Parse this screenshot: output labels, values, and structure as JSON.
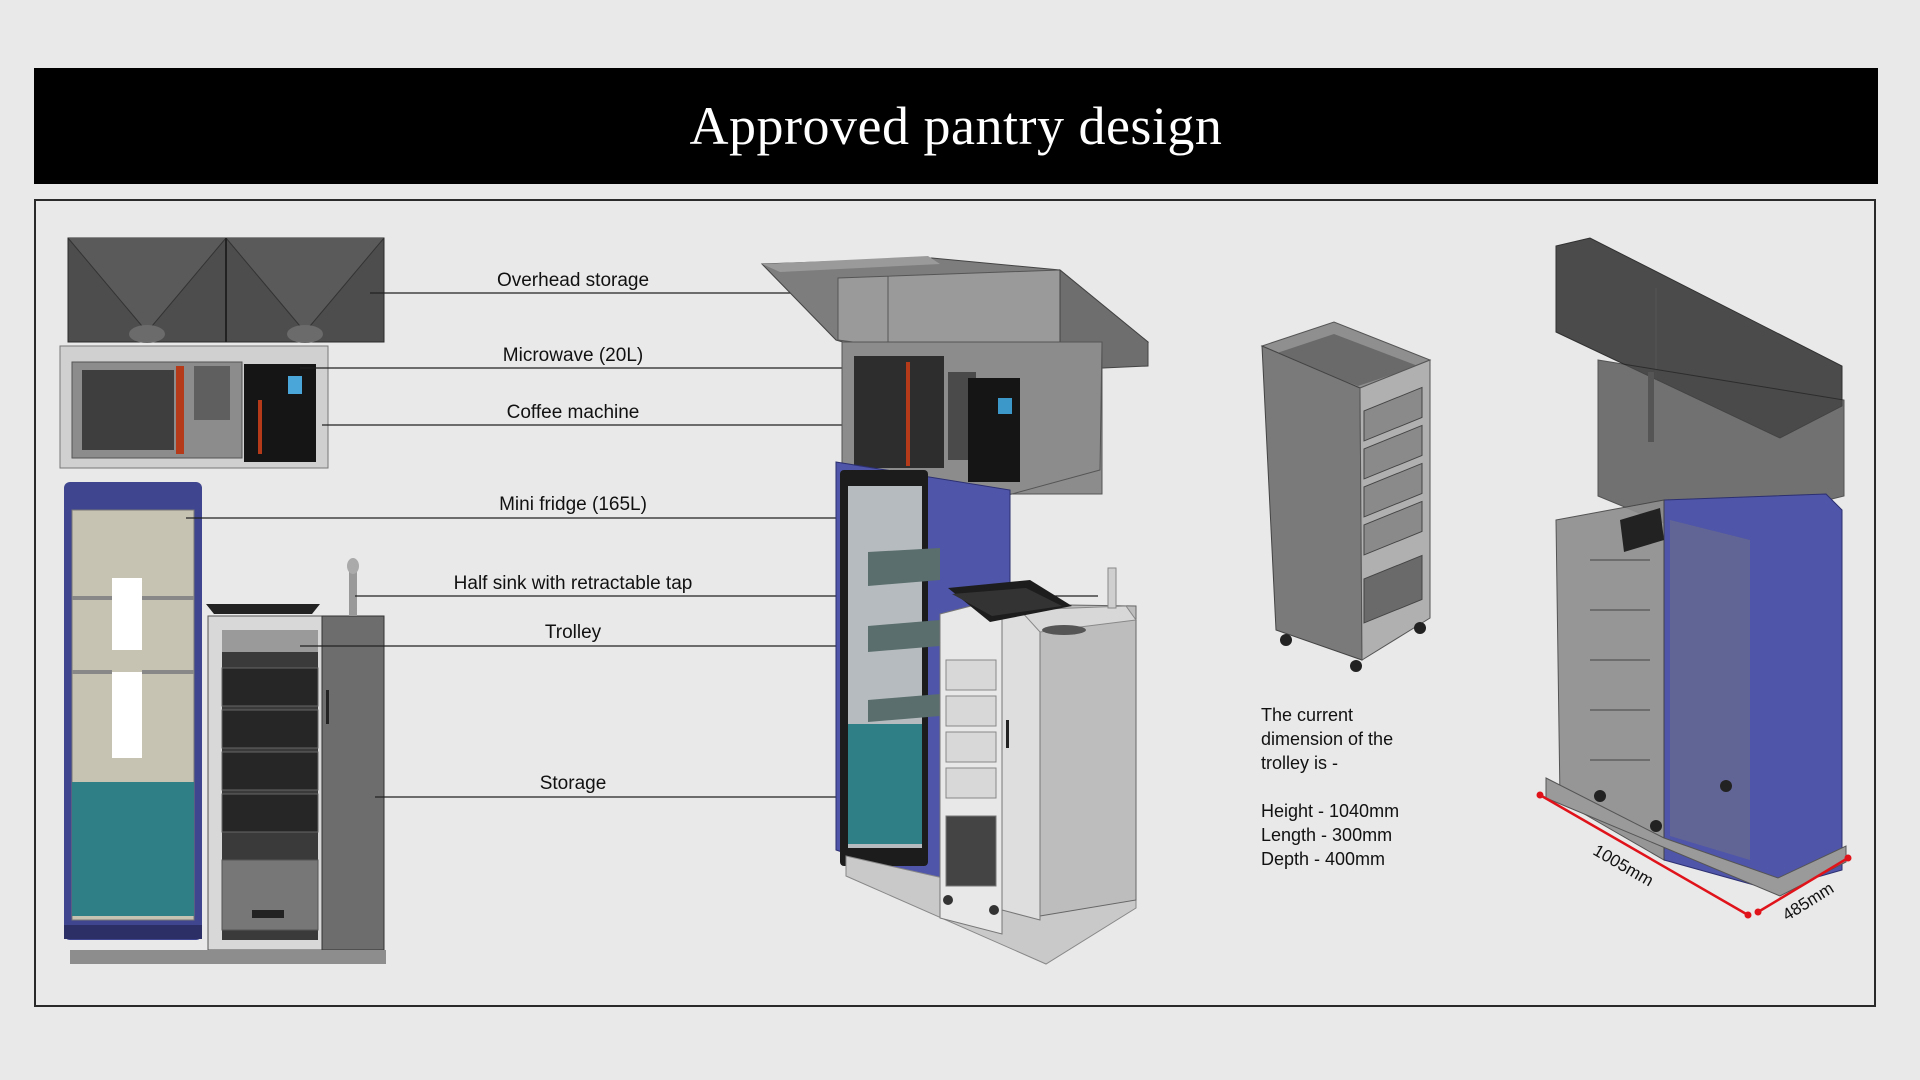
{
  "title": "Approved pantry design",
  "labels": {
    "overhead_storage": "Overhead storage",
    "microwave": "Microwave (20L)",
    "coffee_machine": "Coffee machine",
    "mini_fridge": "Mini fridge (165L)",
    "half_sink": "Half sink with retractable tap",
    "trolley": "Trolley",
    "storage": "Storage"
  },
  "trolley_dimensions": {
    "intro": [
      "The current",
      "dimension of the",
      "trolley is -"
    ],
    "height": "Height - 1040mm",
    "length": "Length - 300mm",
    "depth": "Depth - 400mm"
  },
  "measurements": {
    "length": "1005mm",
    "depth": "485mm"
  },
  "colors": {
    "fridge_blue": "#4f55a8",
    "fridge_teal": "#2f7f86",
    "dimension_red": "#e0131b",
    "cabinet_grey": "#8a8a8a"
  }
}
